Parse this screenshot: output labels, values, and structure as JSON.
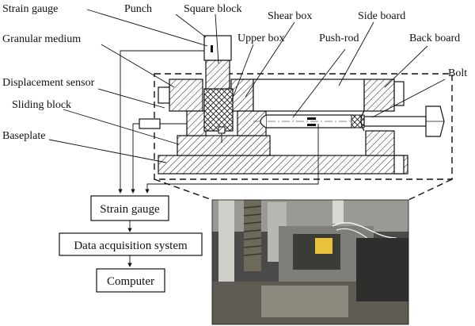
{
  "labels": {
    "strain_gauge": "Strain gauge",
    "punch": "Punch",
    "square_block": "Square block",
    "shear_box": "Shear box",
    "side_board": "Side board",
    "granular_medium": "Granular medium",
    "upper_box": "Upper box",
    "push_rod": "Push-rod",
    "back_board": "Back board",
    "bolt": "Bolt",
    "displacement_sensor": "Displacement sensor",
    "sliding_block": "Sliding block",
    "baseplate": "Baseplate"
  },
  "flow_boxes": {
    "strain_gauge": "Strain gauge",
    "data_acquisition": "Data acquisition system",
    "computer": "Computer"
  },
  "colors": {
    "line": "#111111",
    "hatch_fill": "#ffffff",
    "photo_dark": "#2b2b2b",
    "photo_metal": "#8e8e8e"
  }
}
